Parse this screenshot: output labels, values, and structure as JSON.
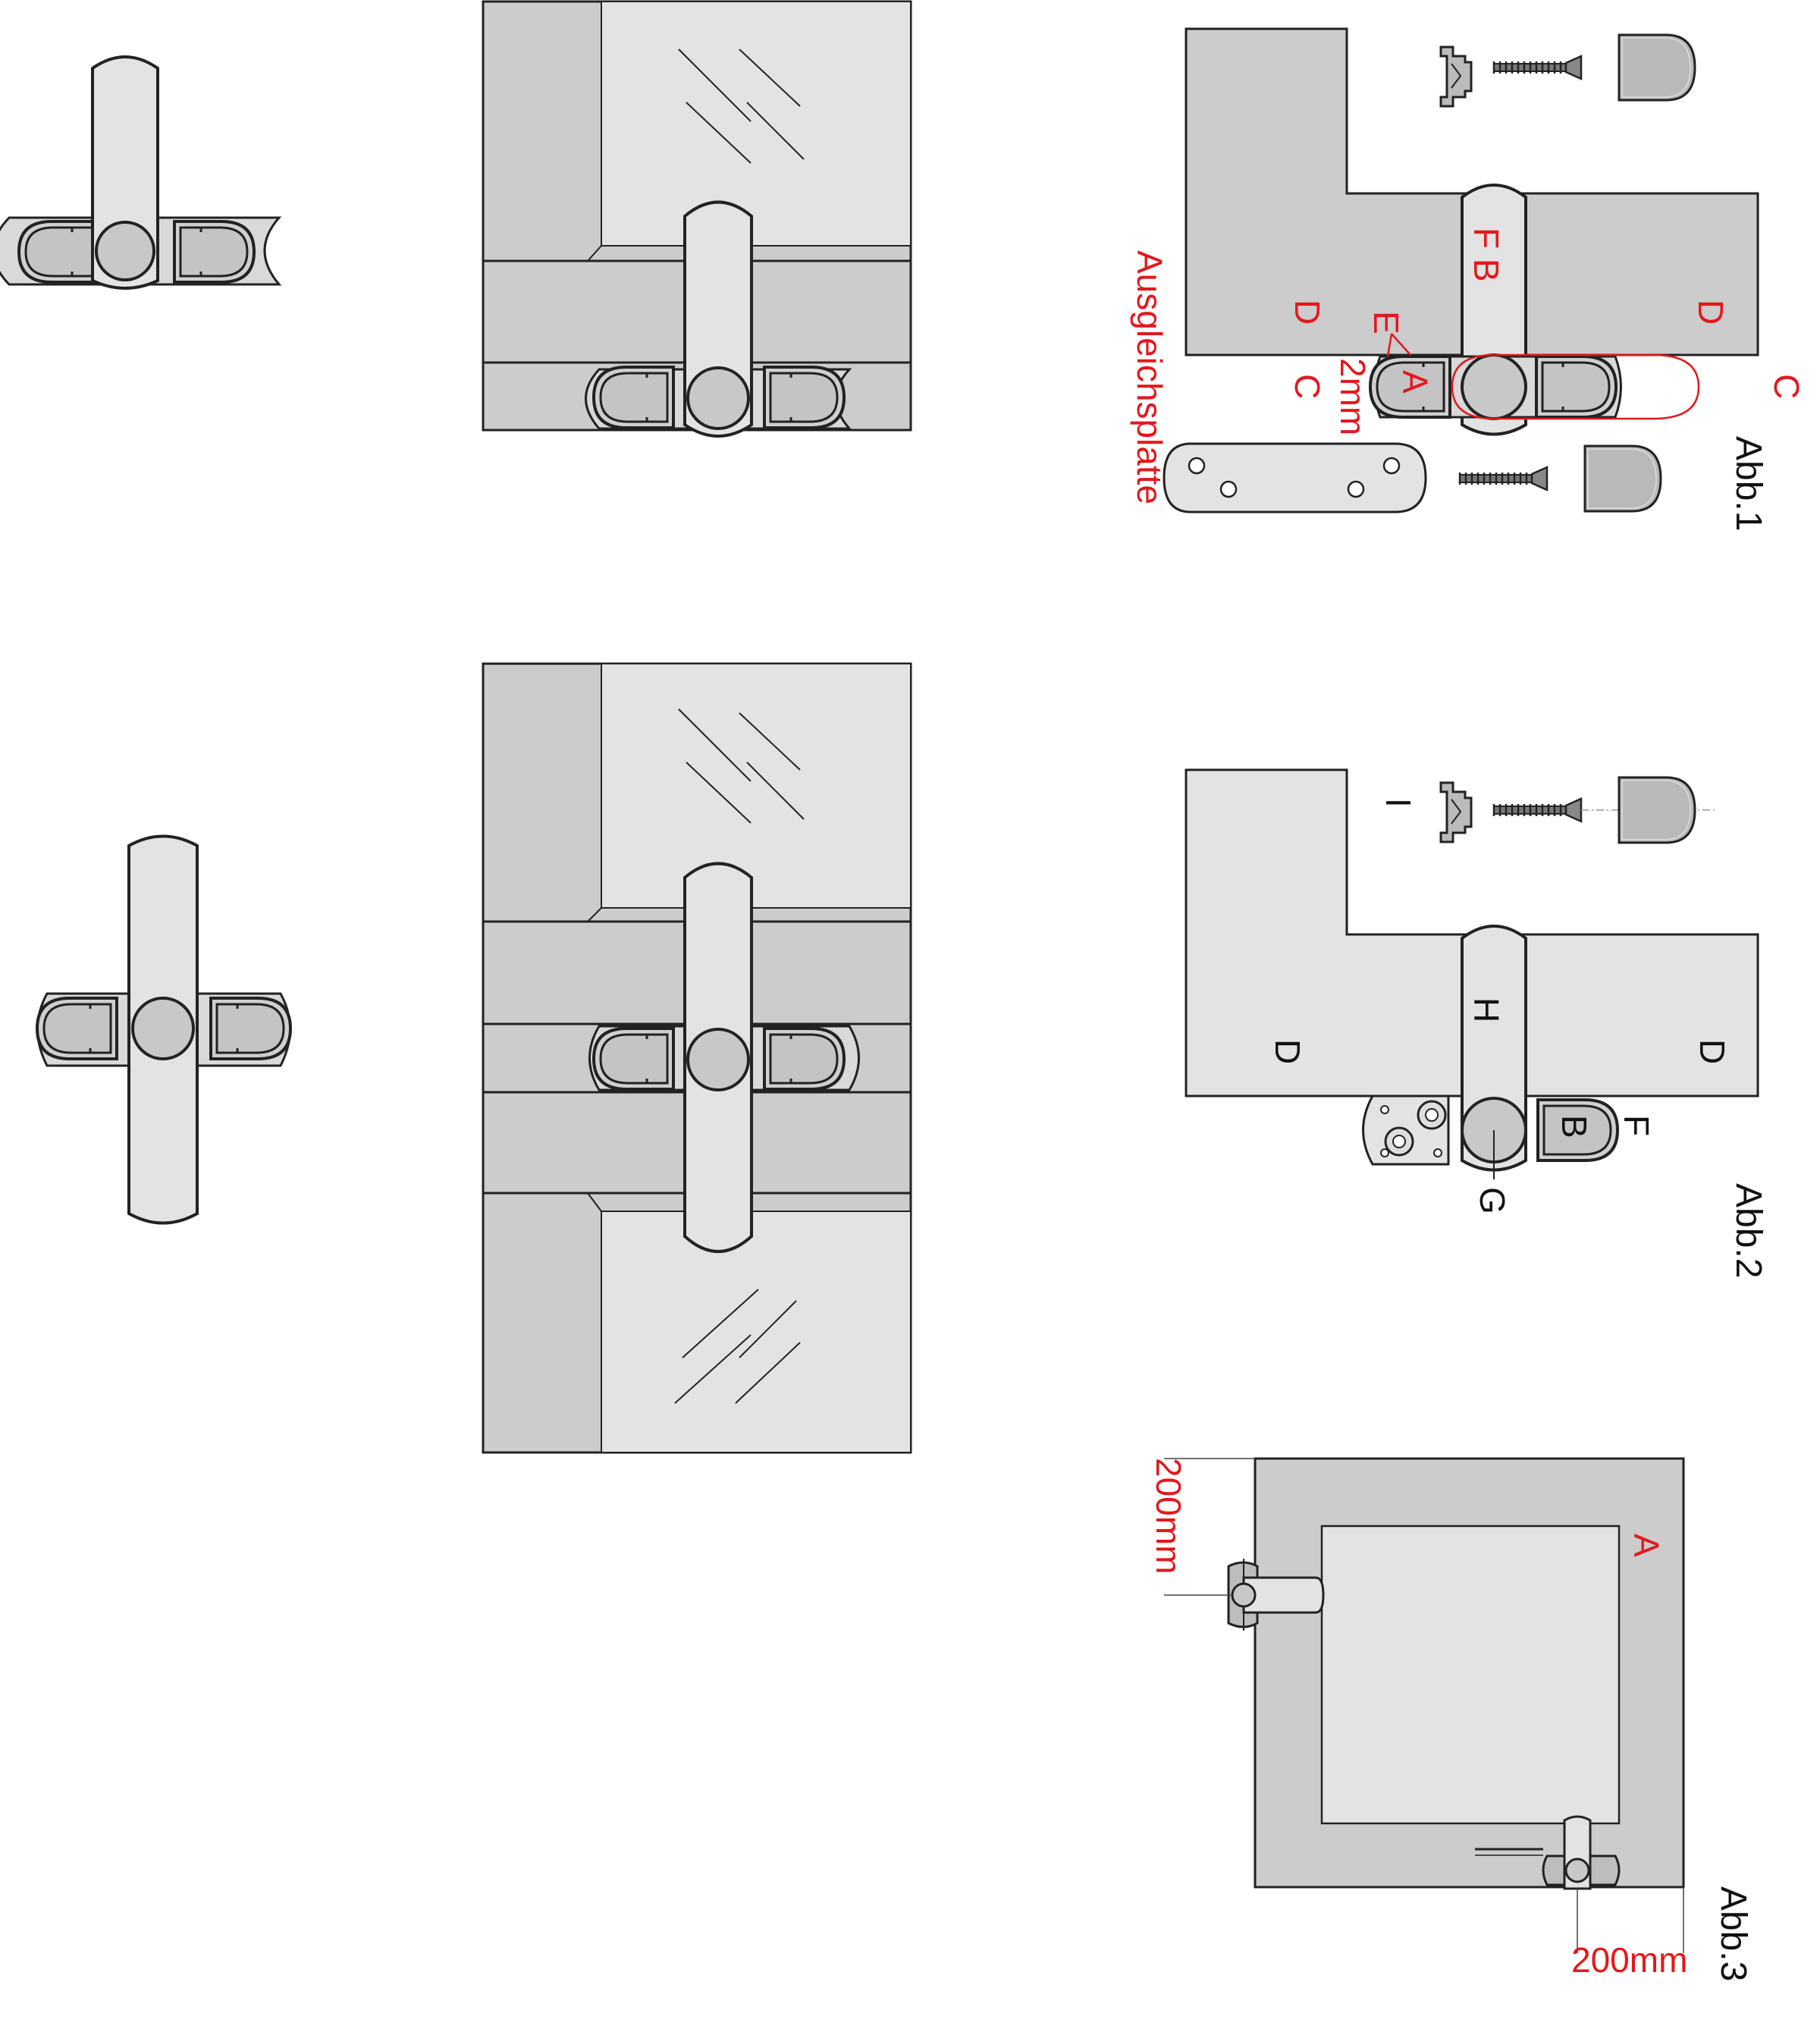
{
  "figures": {
    "abb1": {
      "caption": "Abb.1",
      "labels": {
        "ausgleichsplatte": "Ausgleichsplatte",
        "d_left": "D",
        "d_right": "D",
        "c_left": "C",
        "c_right": "C",
        "fb": "F B",
        "e": "E",
        "a": "A",
        "gap": "2mm"
      }
    },
    "abb2": {
      "caption": "Abb.2",
      "labels": {
        "i": "I",
        "h": "H",
        "d_left": "D",
        "d_right": "D",
        "b": "B",
        "f": "F",
        "g": "G"
      }
    },
    "abb3": {
      "caption": "Abb.3",
      "labels": {
        "a": "A",
        "dim_top": "200mm",
        "dim_bottom": "200mm"
      }
    }
  },
  "colors": {
    "accent_red": "#e3181c",
    "frame_gray": "#cccccc",
    "glass_gray": "#e3e3e3",
    "cap_gray": "#c8c8c8",
    "outline": "#222222"
  }
}
